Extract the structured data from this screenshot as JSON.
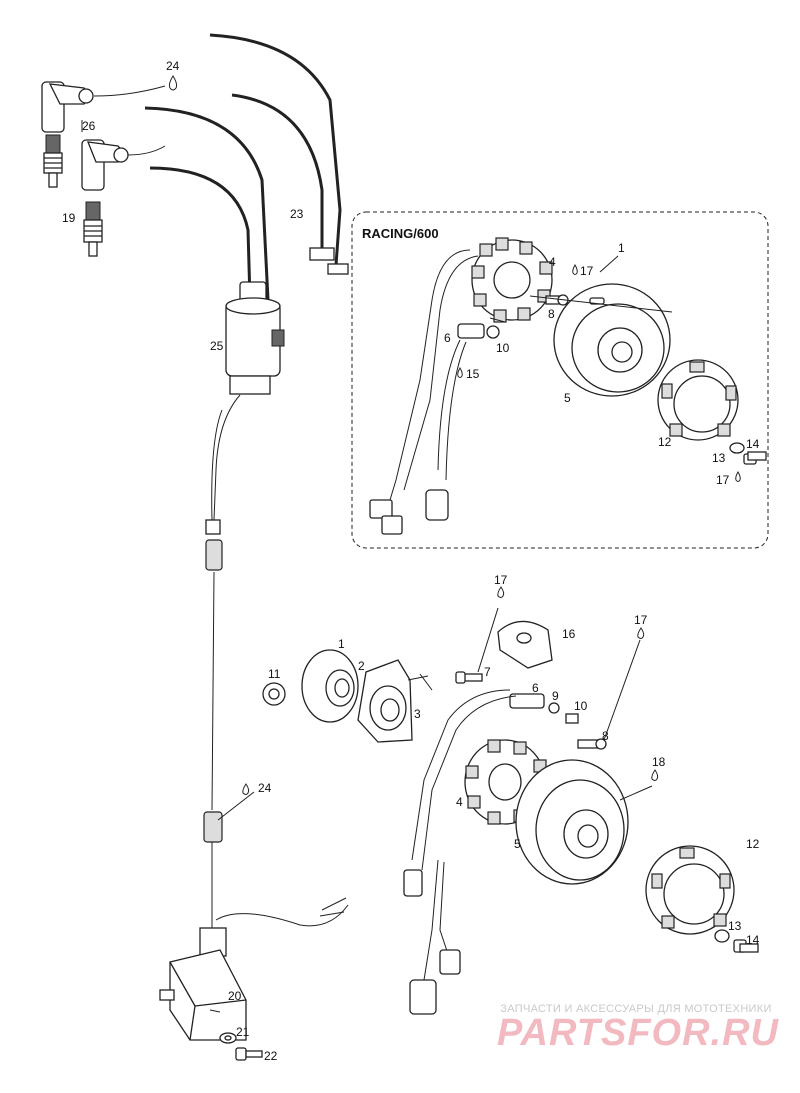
{
  "diagram": {
    "inset_title": "RACING/600",
    "callouts": {
      "c24_top": "24",
      "c26": "26",
      "c19": "19",
      "c23": "23",
      "c25": "25",
      "r1": "1",
      "r4": "4",
      "r17a": "17",
      "r8": "8",
      "r6": "6",
      "r10": "10",
      "r15": "15",
      "r5": "5",
      "r12": "12",
      "r14": "14",
      "r13": "13",
      "r17b": "17",
      "m17a": "17",
      "m16": "16",
      "m1": "1",
      "m2": "2",
      "m11": "11",
      "m3": "3",
      "m7": "7",
      "m6": "6",
      "m9": "9",
      "m10": "10",
      "m17b": "17",
      "m8": "8",
      "m18": "18",
      "m24": "24",
      "m4": "4",
      "m5": "5",
      "m12": "12",
      "m13": "13",
      "m14": "14",
      "m20": "20",
      "m21": "21",
      "m22": "22"
    }
  },
  "watermark": {
    "tagline": "ЗАПЧАСТИ И АКСЕССУАРЫ ДЛЯ МОТОТЕХНИКИ",
    "brand": "PARTSFOR.RU"
  },
  "colors": {
    "line": "#222222",
    "watermark_brand": "#f2b9c1",
    "watermark_tagline": "#c9c9c9"
  }
}
